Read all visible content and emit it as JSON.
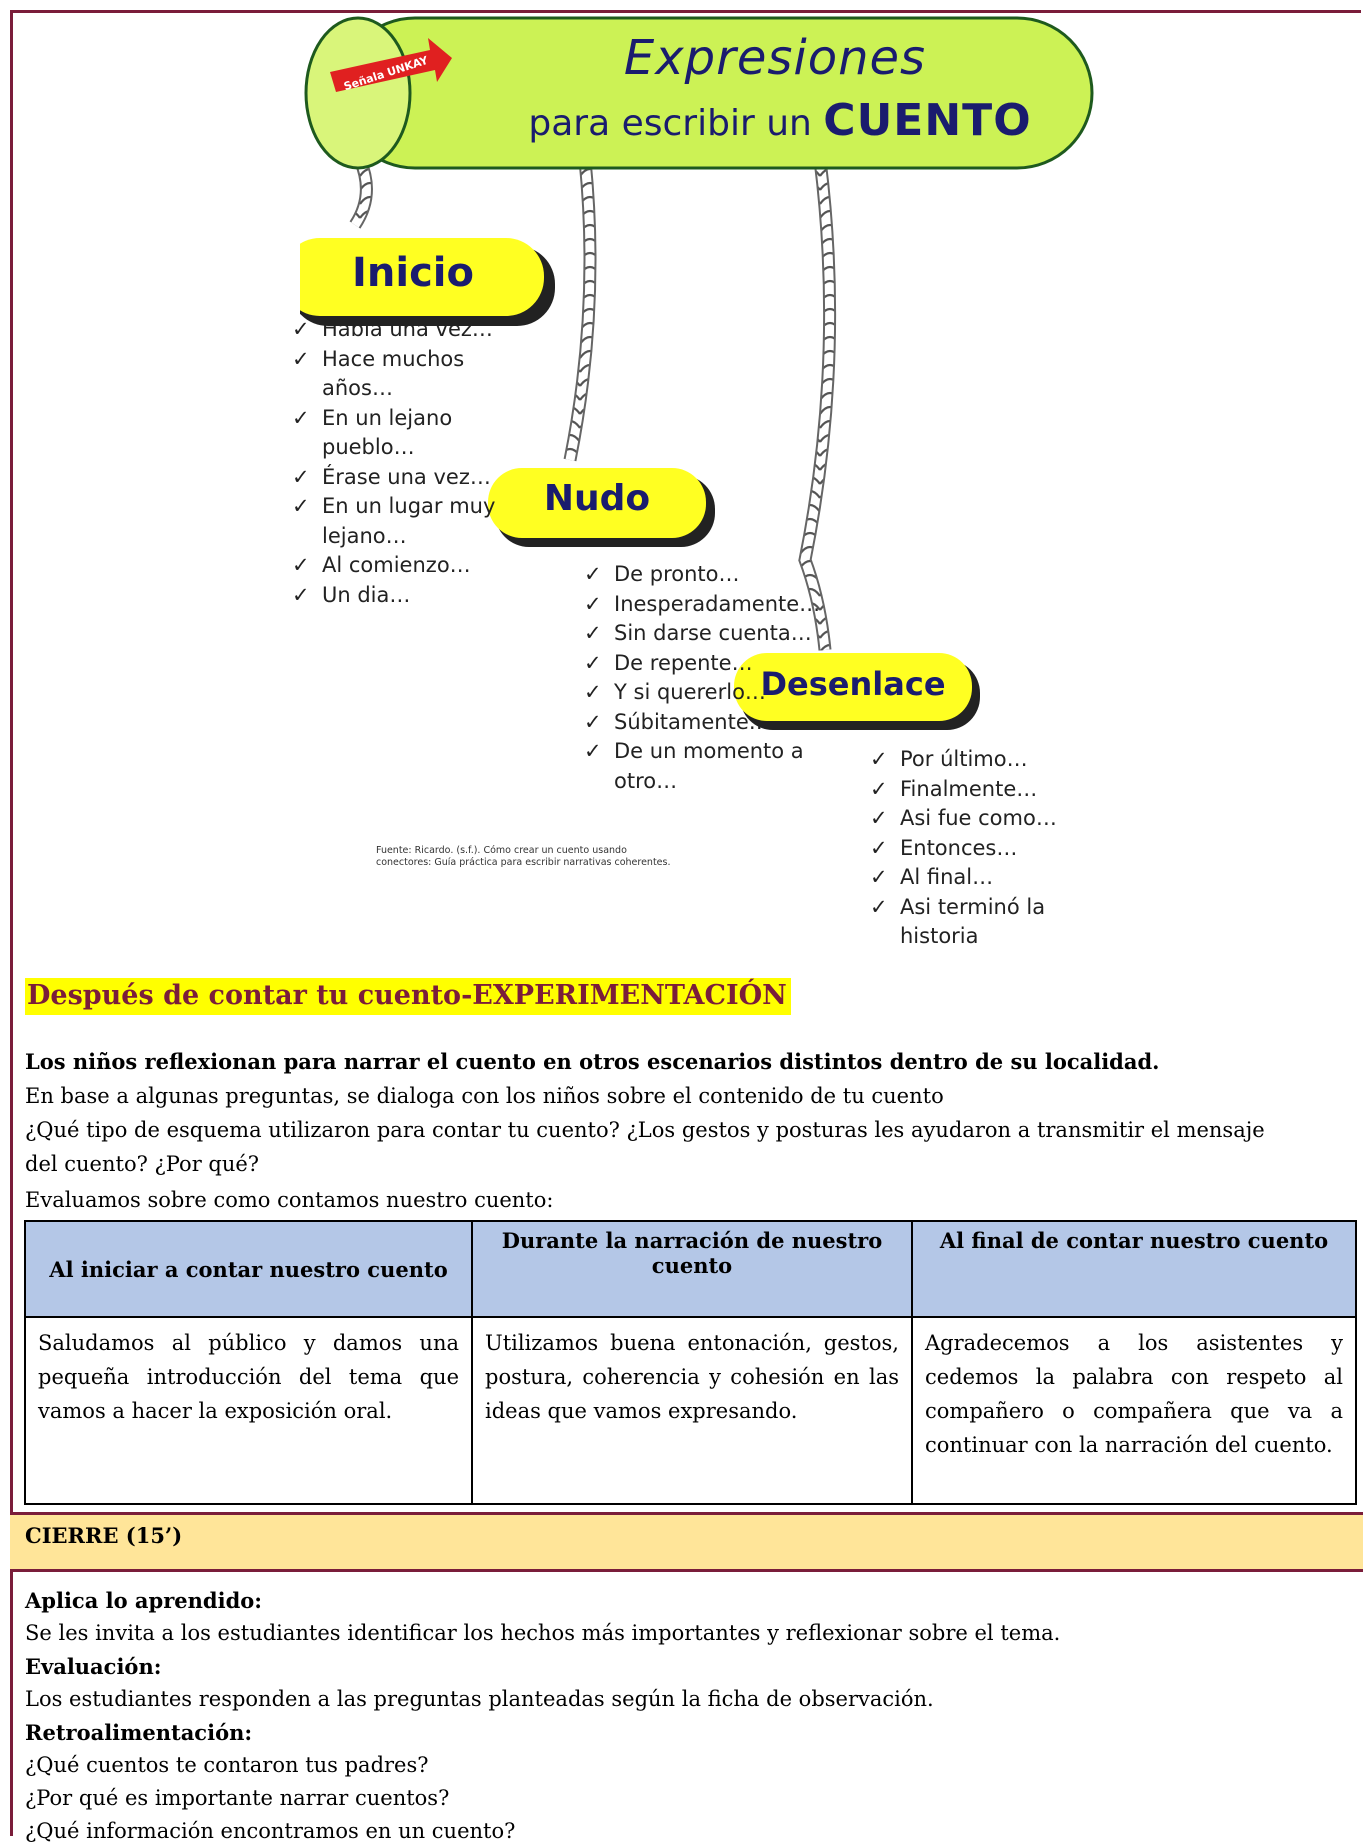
{
  "diagram": {
    "tag": "Señala UNKAY",
    "title_line1": "Expresiones",
    "title_line2_prefix": "para escribir un",
    "title_line2_emph": "CUENTO",
    "sections": [
      {
        "label": "Inicio",
        "items": [
          "Habia una vez…",
          "Hace muchos años…",
          "En un lejano pueblo…",
          "Érase una vez…",
          "En un lugar muy lejano…",
          "Al comienzo…",
          "Un dia…"
        ]
      },
      {
        "label": "Nudo",
        "items": [
          "De pronto…",
          "Inesperadamente…",
          "Sin darse cuenta…",
          "De repente…",
          "Y si quererlo…",
          "Súbitamente…",
          "De un momento a otro…"
        ]
      },
      {
        "label": "Desenlace",
        "items": [
          "Por último…",
          "Finalmente…",
          "Asi fue como…",
          "Entonces…",
          "Al final…",
          "Asi terminó la historia"
        ]
      }
    ],
    "source": "Fuente: Ricardo. (s.f.). Cómo crear un cuento usando conectores: Guía práctica para escribir narrativas coherentes."
  },
  "section_heading": "Después de contar tu cuento-EXPERIMENTACIÓN",
  "paragraphs": [
    "Los niños reflexionan para narrar el cuento en otros escenarios distintos dentro de su localidad.",
    "En base a algunas preguntas, se dialoga con los niños sobre el contenido de tu cuento",
    "¿Qué tipo de esquema utilizaron para contar tu cuento? ¿Los gestos y posturas les ayudaron a transmitir el mensaje",
    "del cuento? ¿Por qué?",
    "Evaluamos sobre como contamos nuestro cuento:"
  ],
  "table": {
    "headers": [
      "Al iniciar a contar nuestro cuento",
      "Durante la narración de nuestro cuento",
      "Al final de contar nuestro cuento"
    ],
    "cells": [
      "Saludamos al público y damos una pequeña introducción del tema que vamos a hacer la exposición oral.",
      "Utilizamos buena entonación, gestos, postura, coherencia y cohesión en las ideas que vamos expresando.",
      "Agradecemos a los asistentes y cedemos la palabra con respeto al compañero o compañera que va a continuar con la narración del cuento."
    ]
  },
  "cierre": "CIERRE (15’)",
  "closing": [
    {
      "text": "Aplica lo aprendido:",
      "bold": true
    },
    {
      "text": "Se les invita a los estudiantes identificar los hechos más importantes y reflexionar sobre el tema.",
      "bold": false
    },
    {
      "text": "Evaluación:",
      "bold": true
    },
    {
      "text": "Los estudiantes responden a las preguntas planteadas según la ficha de observación.",
      "bold": false
    },
    {
      "text": "Retroalimentación:",
      "bold": true
    },
    {
      "text": "¿Qué cuentos te contaron tus padres?",
      "bold": false
    },
    {
      "text": "¿Por qué es importante narrar cuentos?",
      "bold": false
    },
    {
      "text": "¿Qué información encontramos en un cuento?",
      "bold": false
    }
  ],
  "colors": {
    "accent": "#7a1d3a",
    "banner": "#ccf255",
    "pill": "#ffff22",
    "table_header": "#b4c7e7",
    "cierre_bg": "#ffe599"
  }
}
